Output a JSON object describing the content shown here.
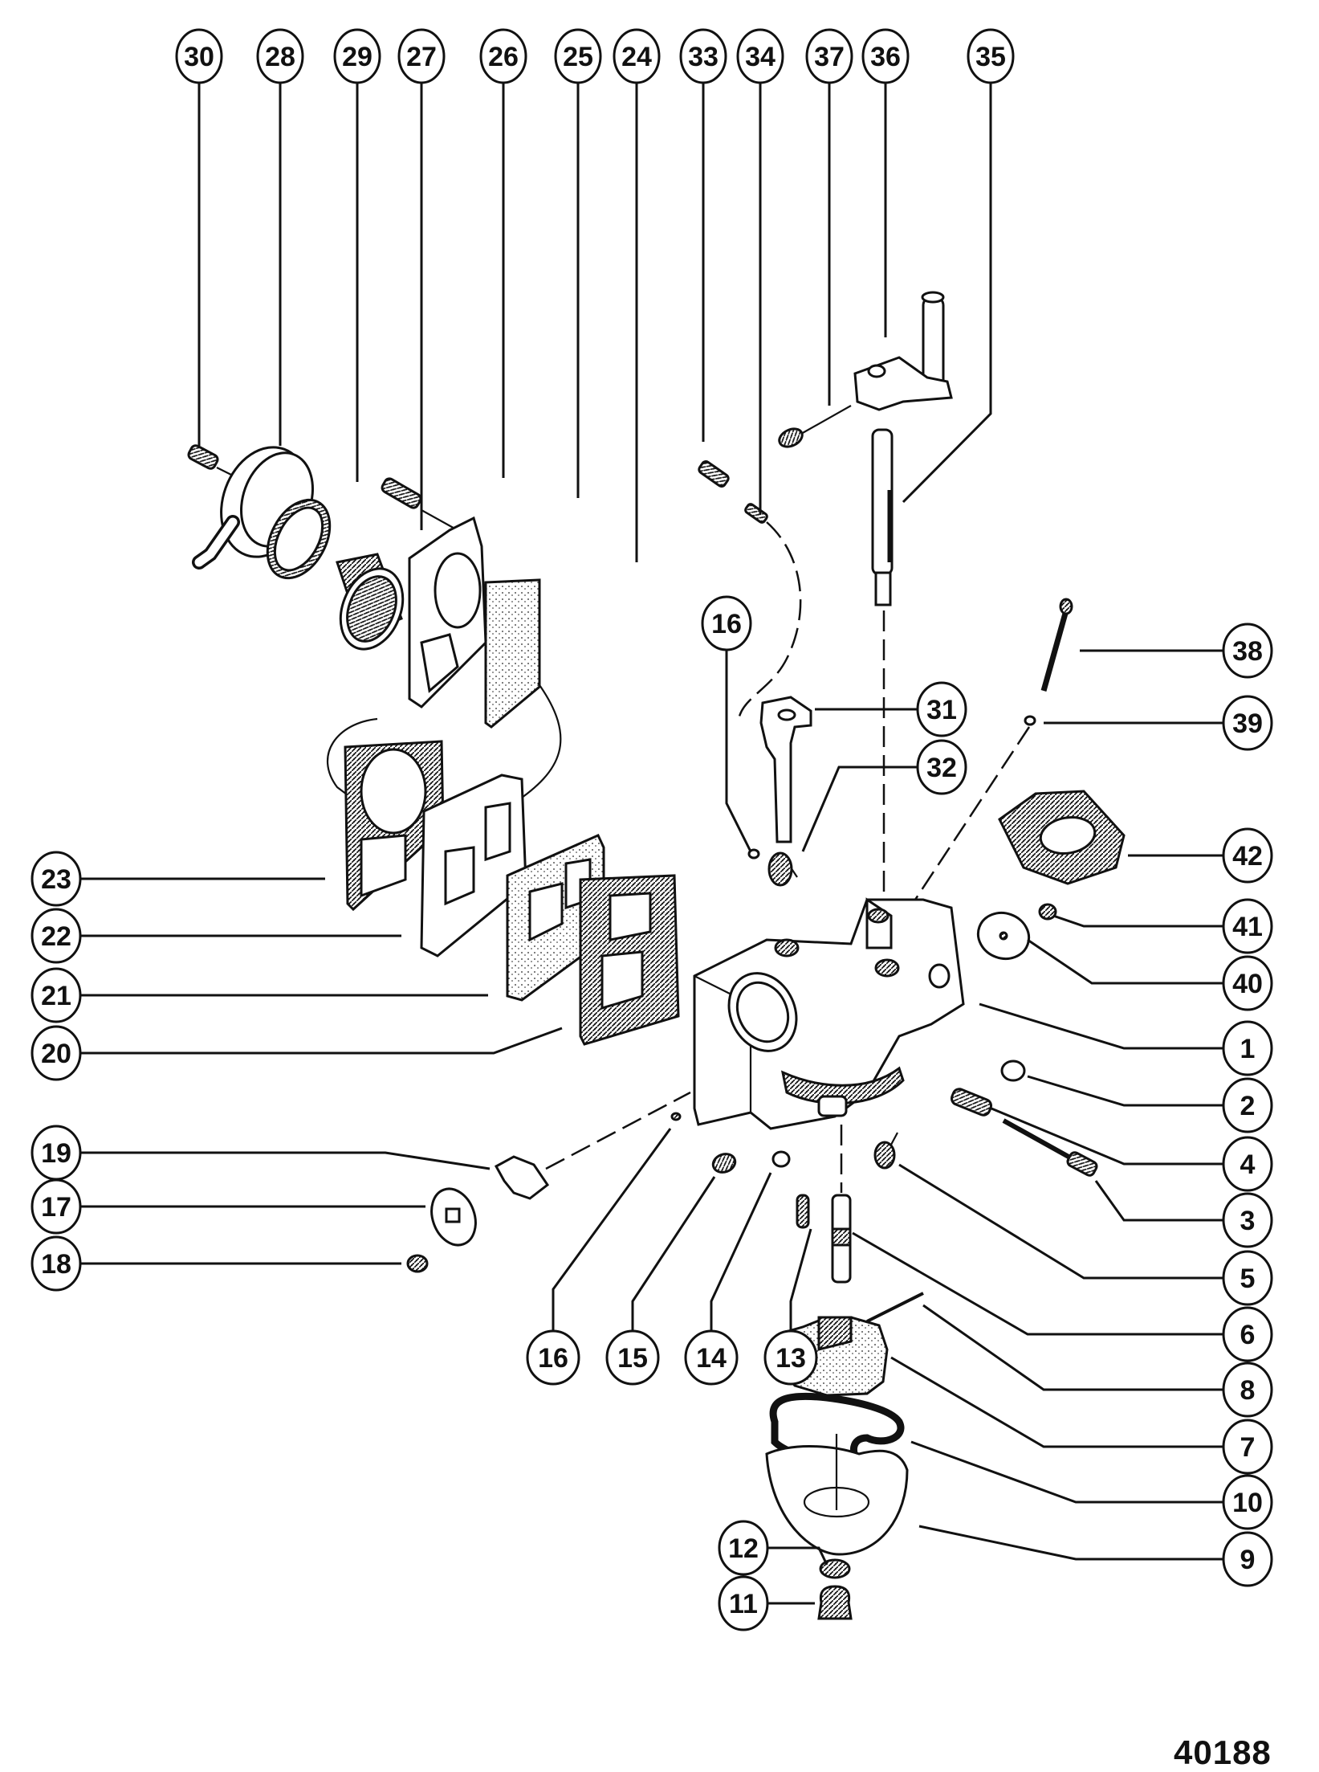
{
  "figure": {
    "type": "exploded parts diagram",
    "subject": "carburetor assembly",
    "figure_number": "40188"
  },
  "callouts": {
    "top_row": [
      {
        "id": "30"
      },
      {
        "id": "28"
      },
      {
        "id": "29"
      },
      {
        "id": "27"
      },
      {
        "id": "26"
      },
      {
        "id": "25"
      },
      {
        "id": "24"
      },
      {
        "id": "33"
      },
      {
        "id": "34"
      },
      {
        "id": "37"
      },
      {
        "id": "36"
      },
      {
        "id": "35"
      }
    ],
    "right_column": [
      {
        "id": "38"
      },
      {
        "id": "39"
      },
      {
        "id": "42"
      },
      {
        "id": "41"
      },
      {
        "id": "40"
      },
      {
        "id": "1"
      },
      {
        "id": "2"
      },
      {
        "id": "4"
      },
      {
        "id": "3"
      },
      {
        "id": "5"
      },
      {
        "id": "6"
      },
      {
        "id": "8"
      },
      {
        "id": "7"
      },
      {
        "id": "10"
      },
      {
        "id": "9"
      }
    ],
    "left_column": [
      {
        "id": "23"
      },
      {
        "id": "22"
      },
      {
        "id": "21"
      },
      {
        "id": "20"
      },
      {
        "id": "19"
      },
      {
        "id": "17"
      },
      {
        "id": "18"
      }
    ],
    "center": [
      {
        "id": "16"
      },
      {
        "id": "31"
      },
      {
        "id": "32"
      }
    ],
    "bottom_row": [
      {
        "id": "16"
      },
      {
        "id": "15"
      },
      {
        "id": "14"
      },
      {
        "id": "13"
      }
    ],
    "drain": [
      {
        "id": "12"
      },
      {
        "id": "11"
      }
    ]
  }
}
